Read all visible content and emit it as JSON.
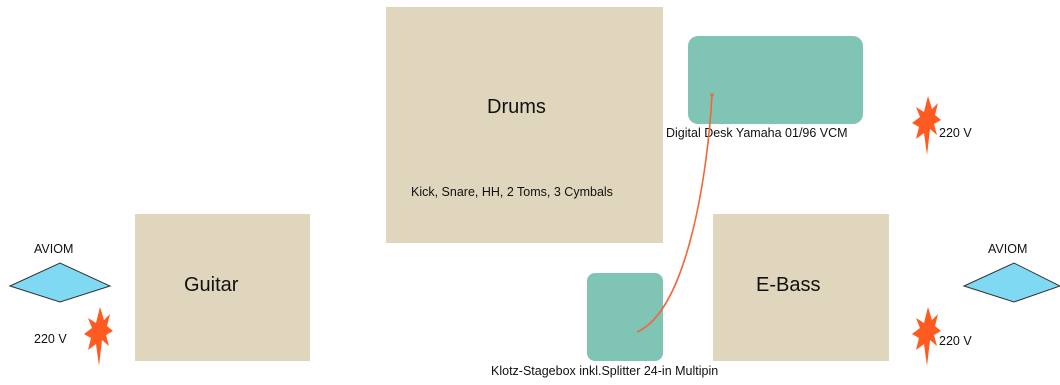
{
  "stage": {
    "drums": {
      "label": "Drums",
      "detail": "Kick, Snare, HH, 2 Toms, 3 Cymbals"
    },
    "guitar": {
      "label": "Guitar"
    },
    "bass": {
      "label": "E-Bass"
    },
    "desk": {
      "label": "Digital Desk Yamaha 01/96 VCM"
    },
    "stagebox": {
      "label": "Klotz-Stagebox inkl.Splitter 24-in Multipin"
    },
    "aviom_left": {
      "label": "AVIOM"
    },
    "aviom_right": {
      "label": "AVIOM"
    },
    "power_left": {
      "label": "220 V"
    },
    "power_top_right": {
      "label": "220 V"
    },
    "power_bottom_right": {
      "label": "220 V"
    }
  },
  "colors": {
    "instrument_fill": "#e0d6bd",
    "equipment_fill": "#7fc4b5",
    "aviom_fill": "#7fd9f2",
    "power_fill": "#ff5a1f",
    "cable": "#f0683a"
  },
  "icons": {
    "aviom": "diamond-icon",
    "power": "burst-icon"
  }
}
